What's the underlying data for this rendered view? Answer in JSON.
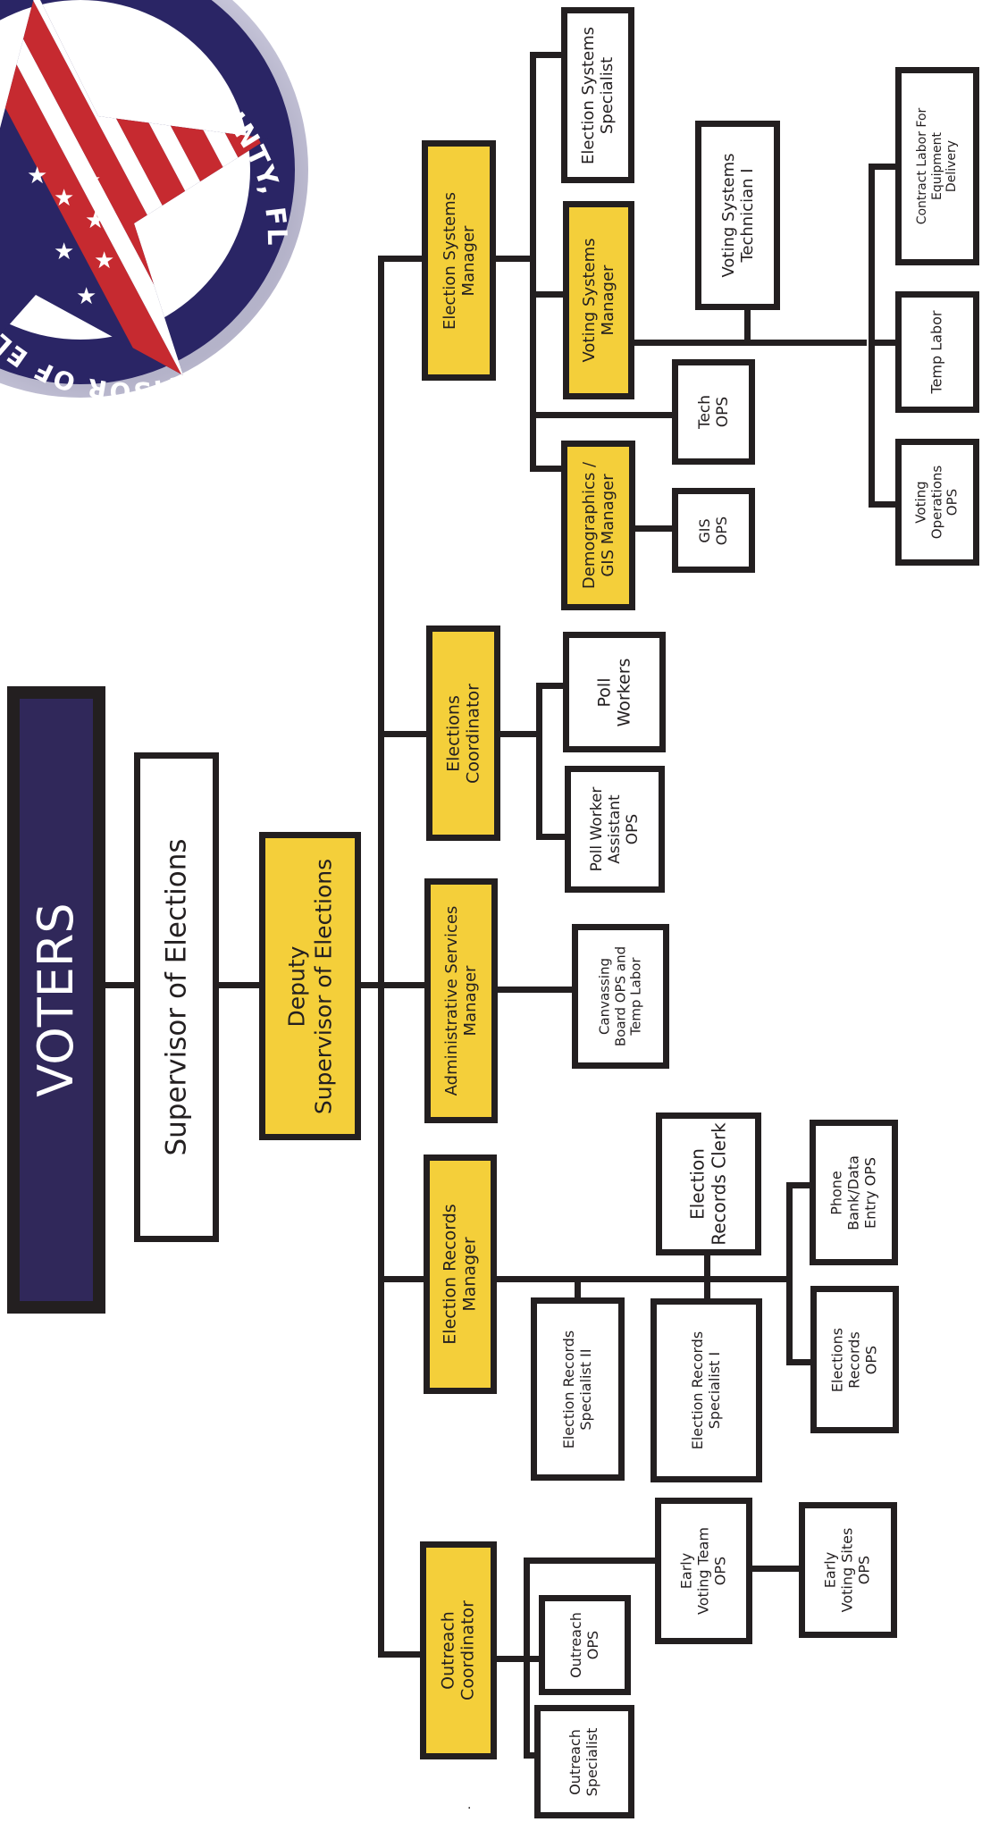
{
  "colors": {
    "line": "#231f20",
    "manager_fill": "#f4cf3a",
    "voters_fill": "#30285a",
    "box_fill": "#ffffff"
  },
  "logo": {
    "top_text": "LEON COUNTY, FL",
    "bottom_text": "SUPERVISOR OF ELECTIONS"
  },
  "chart": {
    "voters": "VOTERS",
    "supervisor": "Supervisor of Elections",
    "deputy": [
      "Deputy",
      "Supervisor of Elections"
    ],
    "outreach_coordinator": [
      "Outreach",
      "Coordinator"
    ],
    "outreach_specialist": [
      "Outreach",
      "Specialist"
    ],
    "outreach_ops": [
      "Outreach",
      "OPS"
    ],
    "early_voting_team_ops": [
      "Early",
      "Voting Team",
      "OPS"
    ],
    "early_voting_sites_ops": [
      "Early",
      "Voting Sites",
      "OPS"
    ],
    "election_records_manager": [
      "Election Records",
      "Manager"
    ],
    "election_records_specialist_ii": [
      "Election Records",
      "Specialist II"
    ],
    "election_records_specialist_i": [
      "Election Records",
      "Specialist I"
    ],
    "election_records_clerk": [
      "Election",
      "Records Clerk"
    ],
    "elections_records_ops": [
      "Elections",
      "Records",
      "OPS"
    ],
    "phone_bank_ops": [
      "Phone",
      "Bank/Data",
      "Entry OPS"
    ],
    "administrative_services_manager": [
      "Administrative Services",
      "Manager"
    ],
    "canvassing_board": [
      "Canvassing",
      "Board OPS and",
      "Temp Labor"
    ],
    "elections_coordinator": [
      "Elections",
      "Coordinator"
    ],
    "poll_worker_assistant_ops": [
      "Poll Worker",
      "Assistant",
      "OPS"
    ],
    "poll_workers": [
      "Poll",
      "Workers"
    ],
    "election_systems_manager": [
      "Election Systems",
      "Manager"
    ],
    "demographics_gis_manager": [
      "Demographics /",
      "GIS Manager"
    ],
    "gis_ops": [
      "GIS",
      "OPS"
    ],
    "tech_ops": [
      "Tech",
      "OPS"
    ],
    "voting_systems_manager": [
      "Voting Systems",
      "Manager"
    ],
    "election_systems_specialist": [
      "Election Systems",
      "Specialist"
    ],
    "voting_systems_technician": [
      "Voting Systems",
      "Technician I"
    ],
    "voting_operations_ops": [
      "Voting",
      "Operations",
      "OPS"
    ],
    "temp_labor": [
      "Temp Labor"
    ],
    "contract_labor": [
      "Contract Labor For",
      "Equipment",
      "Delivery"
    ]
  },
  "footnote": "."
}
